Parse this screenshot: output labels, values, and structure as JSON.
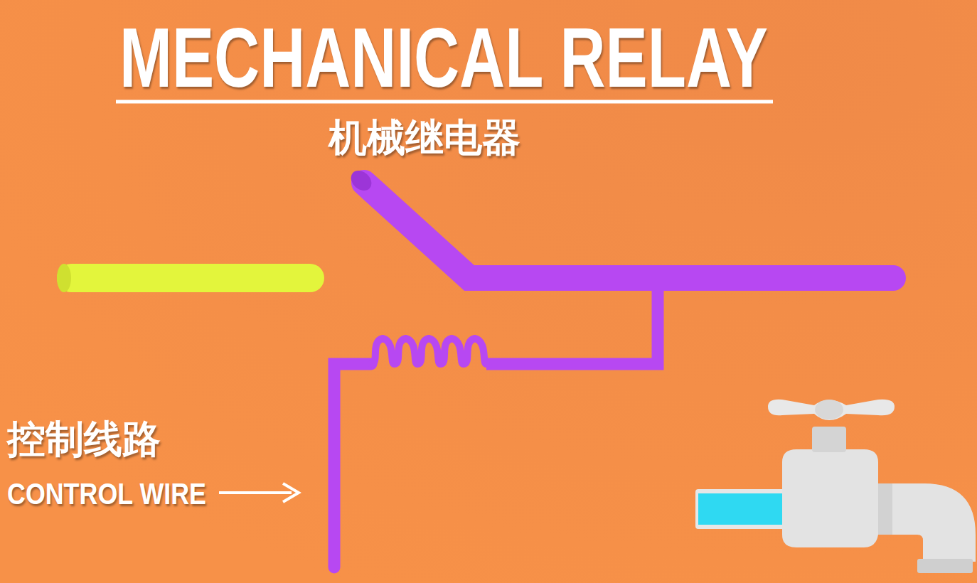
{
  "diagram": {
    "title": "MECHANICAL RELAY",
    "labels": [
      "机械继电器",
      "控制线路",
      "CONTROL WIRE"
    ]
  }
}
